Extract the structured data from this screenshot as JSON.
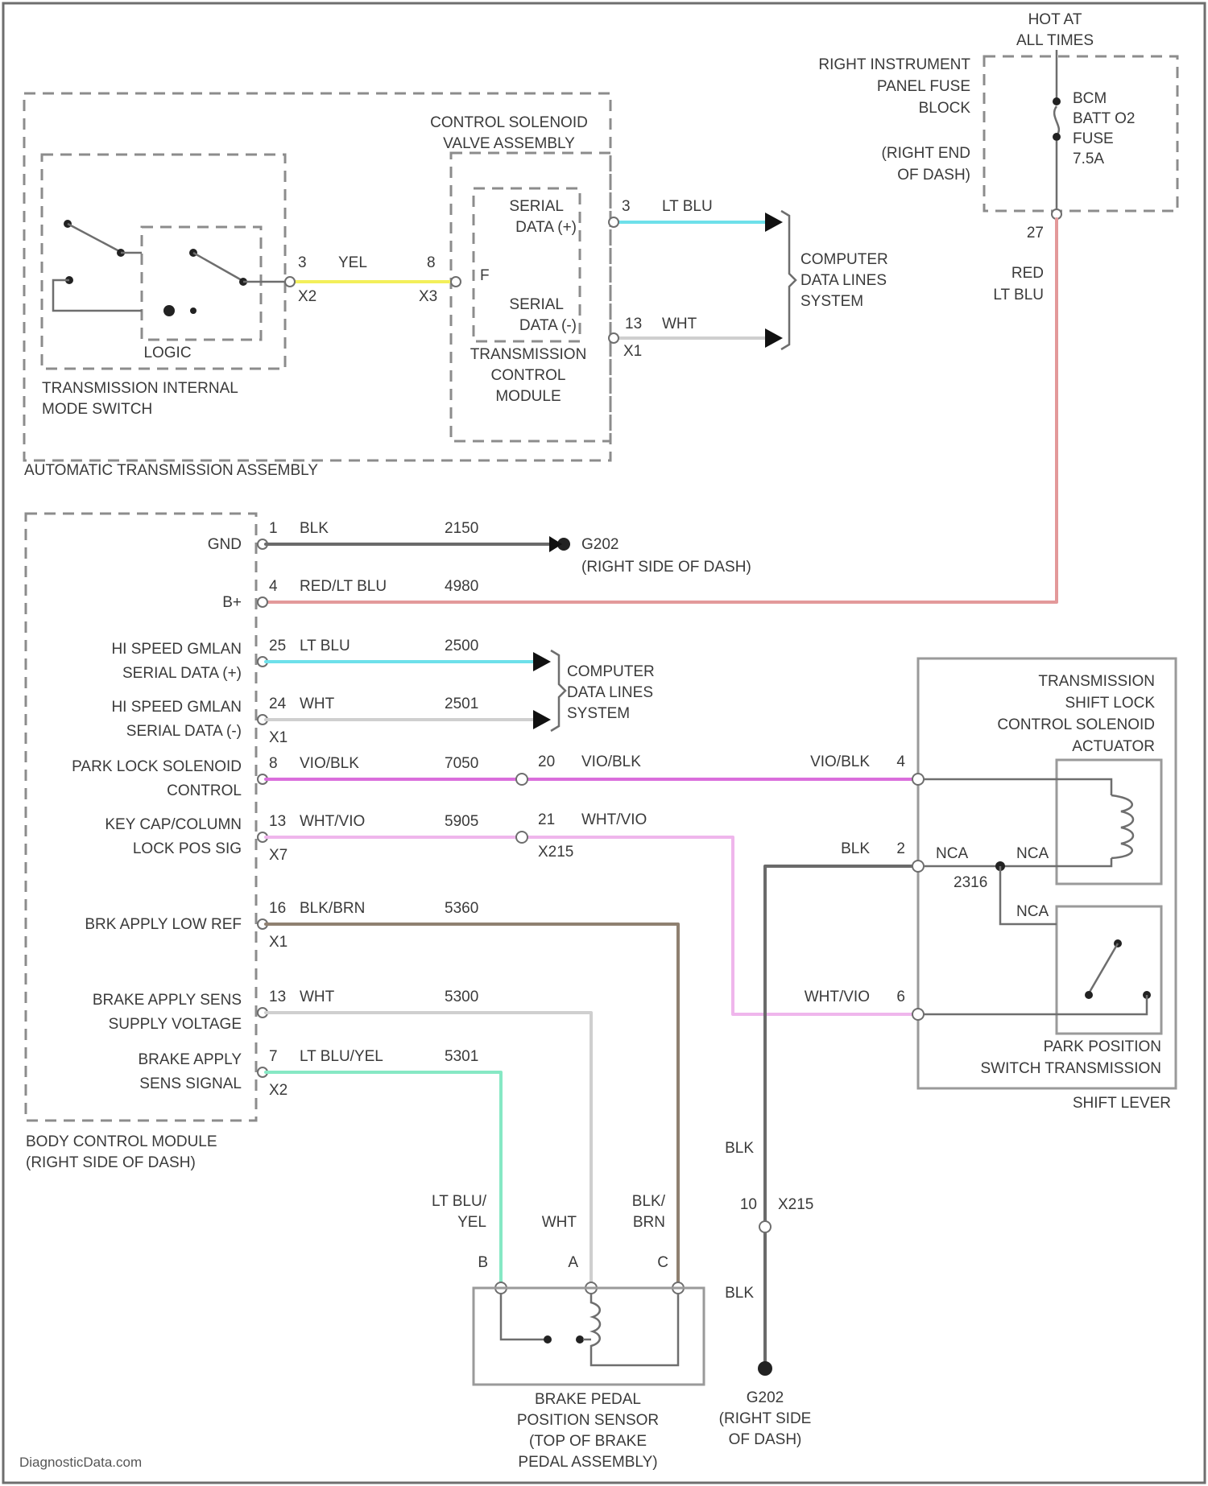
{
  "colors": {
    "yel": "#f3ef5a",
    "lt_blu": "#6ee0ea",
    "wht": "#cfcfcf",
    "red_lt_blu": "#e3999a",
    "blk": "#6a6a6a",
    "vio_blk": "#da6edc",
    "wht_vio": "#efb6ec",
    "blk_brn": "#8f8070",
    "lt_blu_yel": "#86e8c4"
  },
  "header": {
    "hot_line1": "HOT AT",
    "hot_line2": "ALL TIMES",
    "fuse_block": [
      "RIGHT INSTRUMENT",
      "PANEL FUSE",
      "BLOCK"
    ],
    "fuse_block_loc": [
      "(RIGHT END",
      "OF DASH)"
    ],
    "fuse": [
      "BCM",
      "BATT O2",
      "FUSE",
      "7.5A"
    ],
    "fuse_pin": "27",
    "supply_wire": [
      "RED",
      "LT BLU"
    ]
  },
  "trans_assembly": {
    "label": "AUTOMATIC TRANSMISSION ASSEMBLY",
    "mode_switch": [
      "TRANSMISSION INTERNAL",
      "MODE SWITCH"
    ],
    "logic": "LOGIC",
    "solenoid_body": [
      "CONTROL SOLENOID",
      "VALVE ASSEMBLY"
    ],
    "tcm": [
      "TRANSMISSION",
      "CONTROL",
      "MODULE"
    ],
    "serial_hi": [
      "SERIAL",
      "DATA (+)"
    ],
    "serial_lo": [
      "SERIAL",
      "DATA (-)"
    ],
    "wire_pin_left": "3",
    "wire_color": "YEL",
    "wire_pin_right": "8",
    "conn_left": "X2",
    "conn_right": "X3",
    "pin_f": "F",
    "out_hi_pin": "3",
    "out_hi_color": "LT BLU",
    "out_lo_pin": "13",
    "out_lo_color": "WHT",
    "out_lo_conn": "X1",
    "data_lines": [
      "COMPUTER",
      "DATA LINES",
      "SYSTEM"
    ]
  },
  "bcm": {
    "label": [
      "BODY CONTROL MODULE",
      "(RIGHT SIDE OF DASH)"
    ],
    "rows": [
      {
        "label": [
          "GND"
        ],
        "pin": "1",
        "color": "BLK",
        "circuit": "2150"
      },
      {
        "label": [
          "B+"
        ],
        "pin": "4",
        "color": "RED/LT BLU",
        "circuit": "4980"
      },
      {
        "label": [
          "HI SPEED GMLAN",
          "SERIAL DATA (+)"
        ],
        "pin": "25",
        "color": "LT BLU",
        "circuit": "2500"
      },
      {
        "label": [
          "HI SPEED GMLAN",
          "SERIAL DATA (-)"
        ],
        "pin": "24",
        "color": "WHT",
        "circuit": "2501",
        "conn": "X1"
      },
      {
        "label": [
          "PARK LOCK SOLENOID",
          "CONTROL"
        ],
        "pin": "8",
        "color": "VIO/BLK",
        "circuit": "7050"
      },
      {
        "label": [
          "KEY CAP/COLUMN",
          "LOCK POS SIG"
        ],
        "pin": "13",
        "color": "WHT/VIO",
        "circuit": "5905",
        "conn": "X7"
      },
      {
        "label": [
          "BRK APPLY LOW REF"
        ],
        "pin": "16",
        "color": "BLK/BRN",
        "circuit": "5360",
        "conn": "X1"
      },
      {
        "label": [
          "BRAKE APPLY SENS",
          "SUPPLY VOLTAGE"
        ],
        "pin": "13",
        "color": "WHT",
        "circuit": "5300"
      },
      {
        "label": [
          "BRAKE APPLY",
          "SENS SIGNAL"
        ],
        "pin": "7",
        "color": "LT BLU/YEL",
        "circuit": "5301",
        "conn": "X2"
      }
    ],
    "ground": [
      "G202",
      "(RIGHT SIDE OF DASH)"
    ],
    "data_lines": [
      "COMPUTER",
      "DATA LINES",
      "SYSTEM"
    ]
  },
  "inline": {
    "vio_pin": "20",
    "vio_color": "VIO/BLK",
    "wv_pin": "21",
    "wv_color": "WHT/VIO",
    "conn": "X215"
  },
  "shift_lever": {
    "label": "SHIFT LEVER",
    "actuator": [
      "TRANSMISSION",
      "SHIFT LOCK",
      "CONTROL SOLENOID",
      "ACTUATOR"
    ],
    "switch": [
      "PARK POSITION",
      "SWITCH TRANSMISSION"
    ],
    "pin_vio": "4",
    "pin_vio_color": "VIO/BLK",
    "pin_blk": "2",
    "pin_blk_color": "BLK",
    "nca_a": "NCA",
    "nca_b": "NCA",
    "nca_c": "NCA",
    "splice": "2316",
    "pin_wv": "6",
    "pin_wv_color": "WHT/VIO"
  },
  "ground_path": {
    "upper_color": "BLK",
    "pin": "10",
    "conn": "X215",
    "lower_color": "BLK",
    "ground": [
      "G202",
      "(RIGHT SIDE",
      "OF DASH)"
    ]
  },
  "brake_sensor": {
    "label": [
      "BRAKE PEDAL",
      "POSITION SENSOR",
      "(TOP OF BRAKE",
      "PEDAL ASSEMBLY)"
    ],
    "wire_b": [
      "LT BLU/",
      "YEL"
    ],
    "wire_a": "WHT",
    "wire_c": [
      "BLK/",
      "BRN"
    ],
    "pin_b": "B",
    "pin_a": "A",
    "pin_c": "C"
  },
  "watermark": "DiagnosticData.com"
}
